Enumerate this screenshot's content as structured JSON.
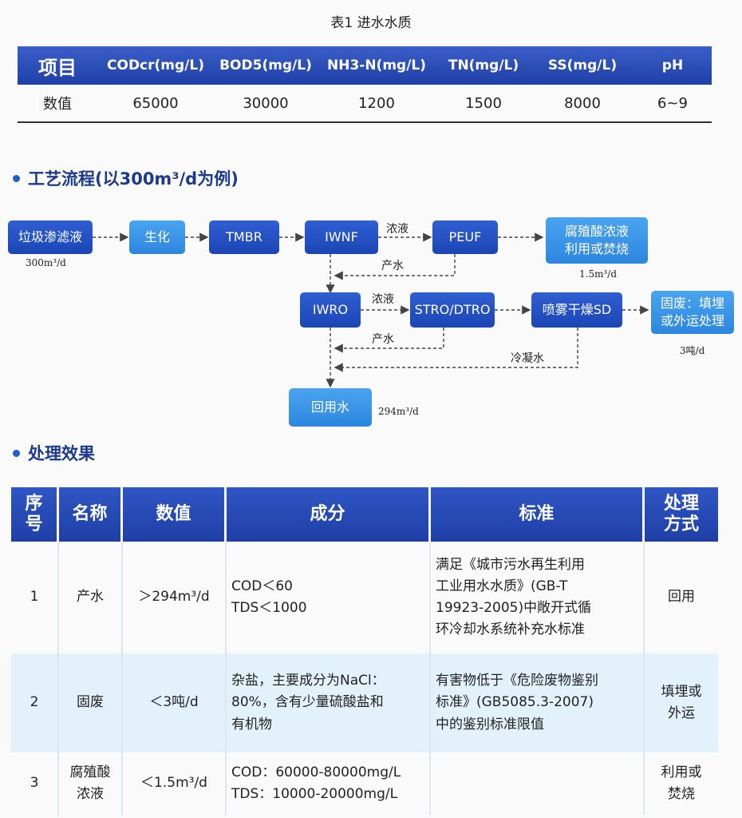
{
  "table1": {
    "caption": "表1 进水水质",
    "headers": [
      "项目",
      "CODcr(mg/L)",
      "BOD5(mg/L)",
      "NH3-N(mg/L)",
      "TN(mg/L)",
      "SS(mg/L)",
      "pH"
    ],
    "row": [
      "数值",
      "65000",
      "30000",
      "1200",
      "1500",
      "8000",
      "6~9"
    ]
  },
  "section1": {
    "title": "工艺流程(以300m³/d为例)"
  },
  "flow": {
    "nodes": {
      "n1": "垃圾渗滤液",
      "n2": "生化",
      "n3": "TMBR",
      "n4": "IWNF",
      "n5": "PEUF",
      "n6": "腐殖酸浓液\n利用或焚烧",
      "n7": "IWRO",
      "n8": "STRO/DTRO",
      "n9": "喷雾干燥SD",
      "n10": "固废：填埋\n或外运处理",
      "n11": "回用水"
    },
    "labels": {
      "conc1": "浓液",
      "prod1": "产水",
      "conc2": "浓液",
      "prod2": "产水",
      "condensate": "冷凝水"
    },
    "notes": {
      "in": "300m³/d",
      "humic": "1.5m³/d",
      "solid": "3吨/d",
      "reuse": "294m³/d"
    }
  },
  "section2": {
    "title": "处理效果"
  },
  "table2": {
    "headers": [
      "序\n号",
      "名称",
      "数值",
      "成分",
      "标准",
      "处理\n方式"
    ],
    "rows": [
      {
        "no": "1",
        "name": "产水",
        "value": "＞294m³/d",
        "comp": "COD＜60\nTDS＜1000",
        "std": "满足《城市污水再生利用\n工业用水水质》(GB-T\n19923-2005)中敞开式循\n环冷却水系统补充水标准",
        "method": "回用"
      },
      {
        "no": "2",
        "name": "固废",
        "value": "＜3吨/d",
        "comp": "杂盐，主要成分为NaCl：\n80%，含有少量硫酸盐和\n有机物",
        "std": "有害物低于《危险废物鉴别\n标准》(GB5085.3-2007)\n中的鉴别标准限值",
        "method": "填埋或\n外运"
      },
      {
        "no": "3",
        "name": "腐殖酸\n浓液",
        "value": "＜1.5m³/d",
        "comp": "COD：60000-80000mg/L\nTDS：10000-20000mg/L",
        "std": "",
        "method": "利用或\n焚烧"
      }
    ]
  },
  "colors": {
    "dark_blue": "#1e3fa6",
    "light_blue": "#3a95e8",
    "heading": "#1b3a8f"
  }
}
